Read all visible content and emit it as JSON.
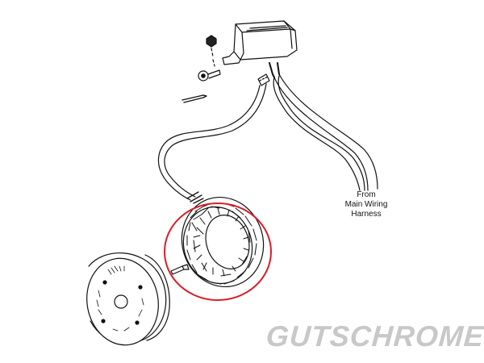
{
  "callout": {
    "lines": [
      "From",
      "Main Wiring",
      "Harness"
    ]
  },
  "logo": {
    "word_left": "GUTS",
    "word_right": "CHROME",
    "icon": "feather-icon",
    "color": "#c8c8c8"
  },
  "highlight": {
    "color": "#d91f26"
  }
}
